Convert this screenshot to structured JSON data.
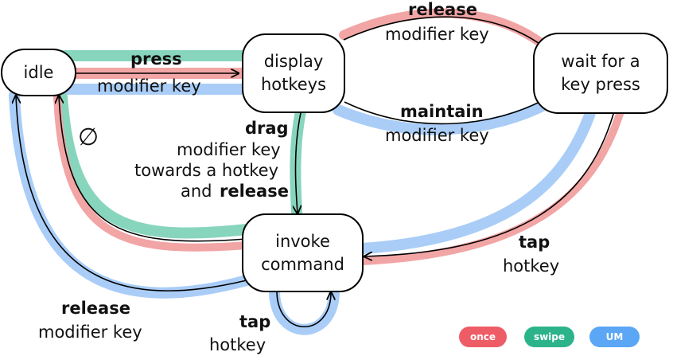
{
  "colors": {
    "once": "#f2a5a5",
    "swipe": "#88d5bd",
    "um": "#a9cdf7",
    "once_pill": "#ee5c65",
    "swipe_pill": "#2cb38a",
    "um_pill": "#5ba6f5",
    "arrow": "#000000"
  },
  "nodes": {
    "idle": "idle",
    "display_hotkeys": "display\nhotkeys",
    "wait_key_press": "wait for a\nkey press",
    "invoke_command": "invoke\ncommand"
  },
  "labels": {
    "press": "press",
    "press_modifier": "modifier key",
    "release_top": "release",
    "release_top_modifier": "modifier key",
    "maintain": "maintain",
    "maintain_modifier": "modifier key",
    "drag": "drag",
    "drag_line1": "modifier key",
    "drag_line2": "towards a hotkey",
    "drag_and": "and",
    "drag_release": "release",
    "empty_set": "∅",
    "tap_right": "tap",
    "tap_right_hotkey": "hotkey",
    "release_bottom": "release",
    "release_bottom_modifier": "modifier key",
    "tap_bottom": "tap",
    "tap_bottom_hotkey": "hotkey"
  },
  "legend": {
    "once": "once",
    "swipe": "swipe",
    "um": "UM"
  }
}
